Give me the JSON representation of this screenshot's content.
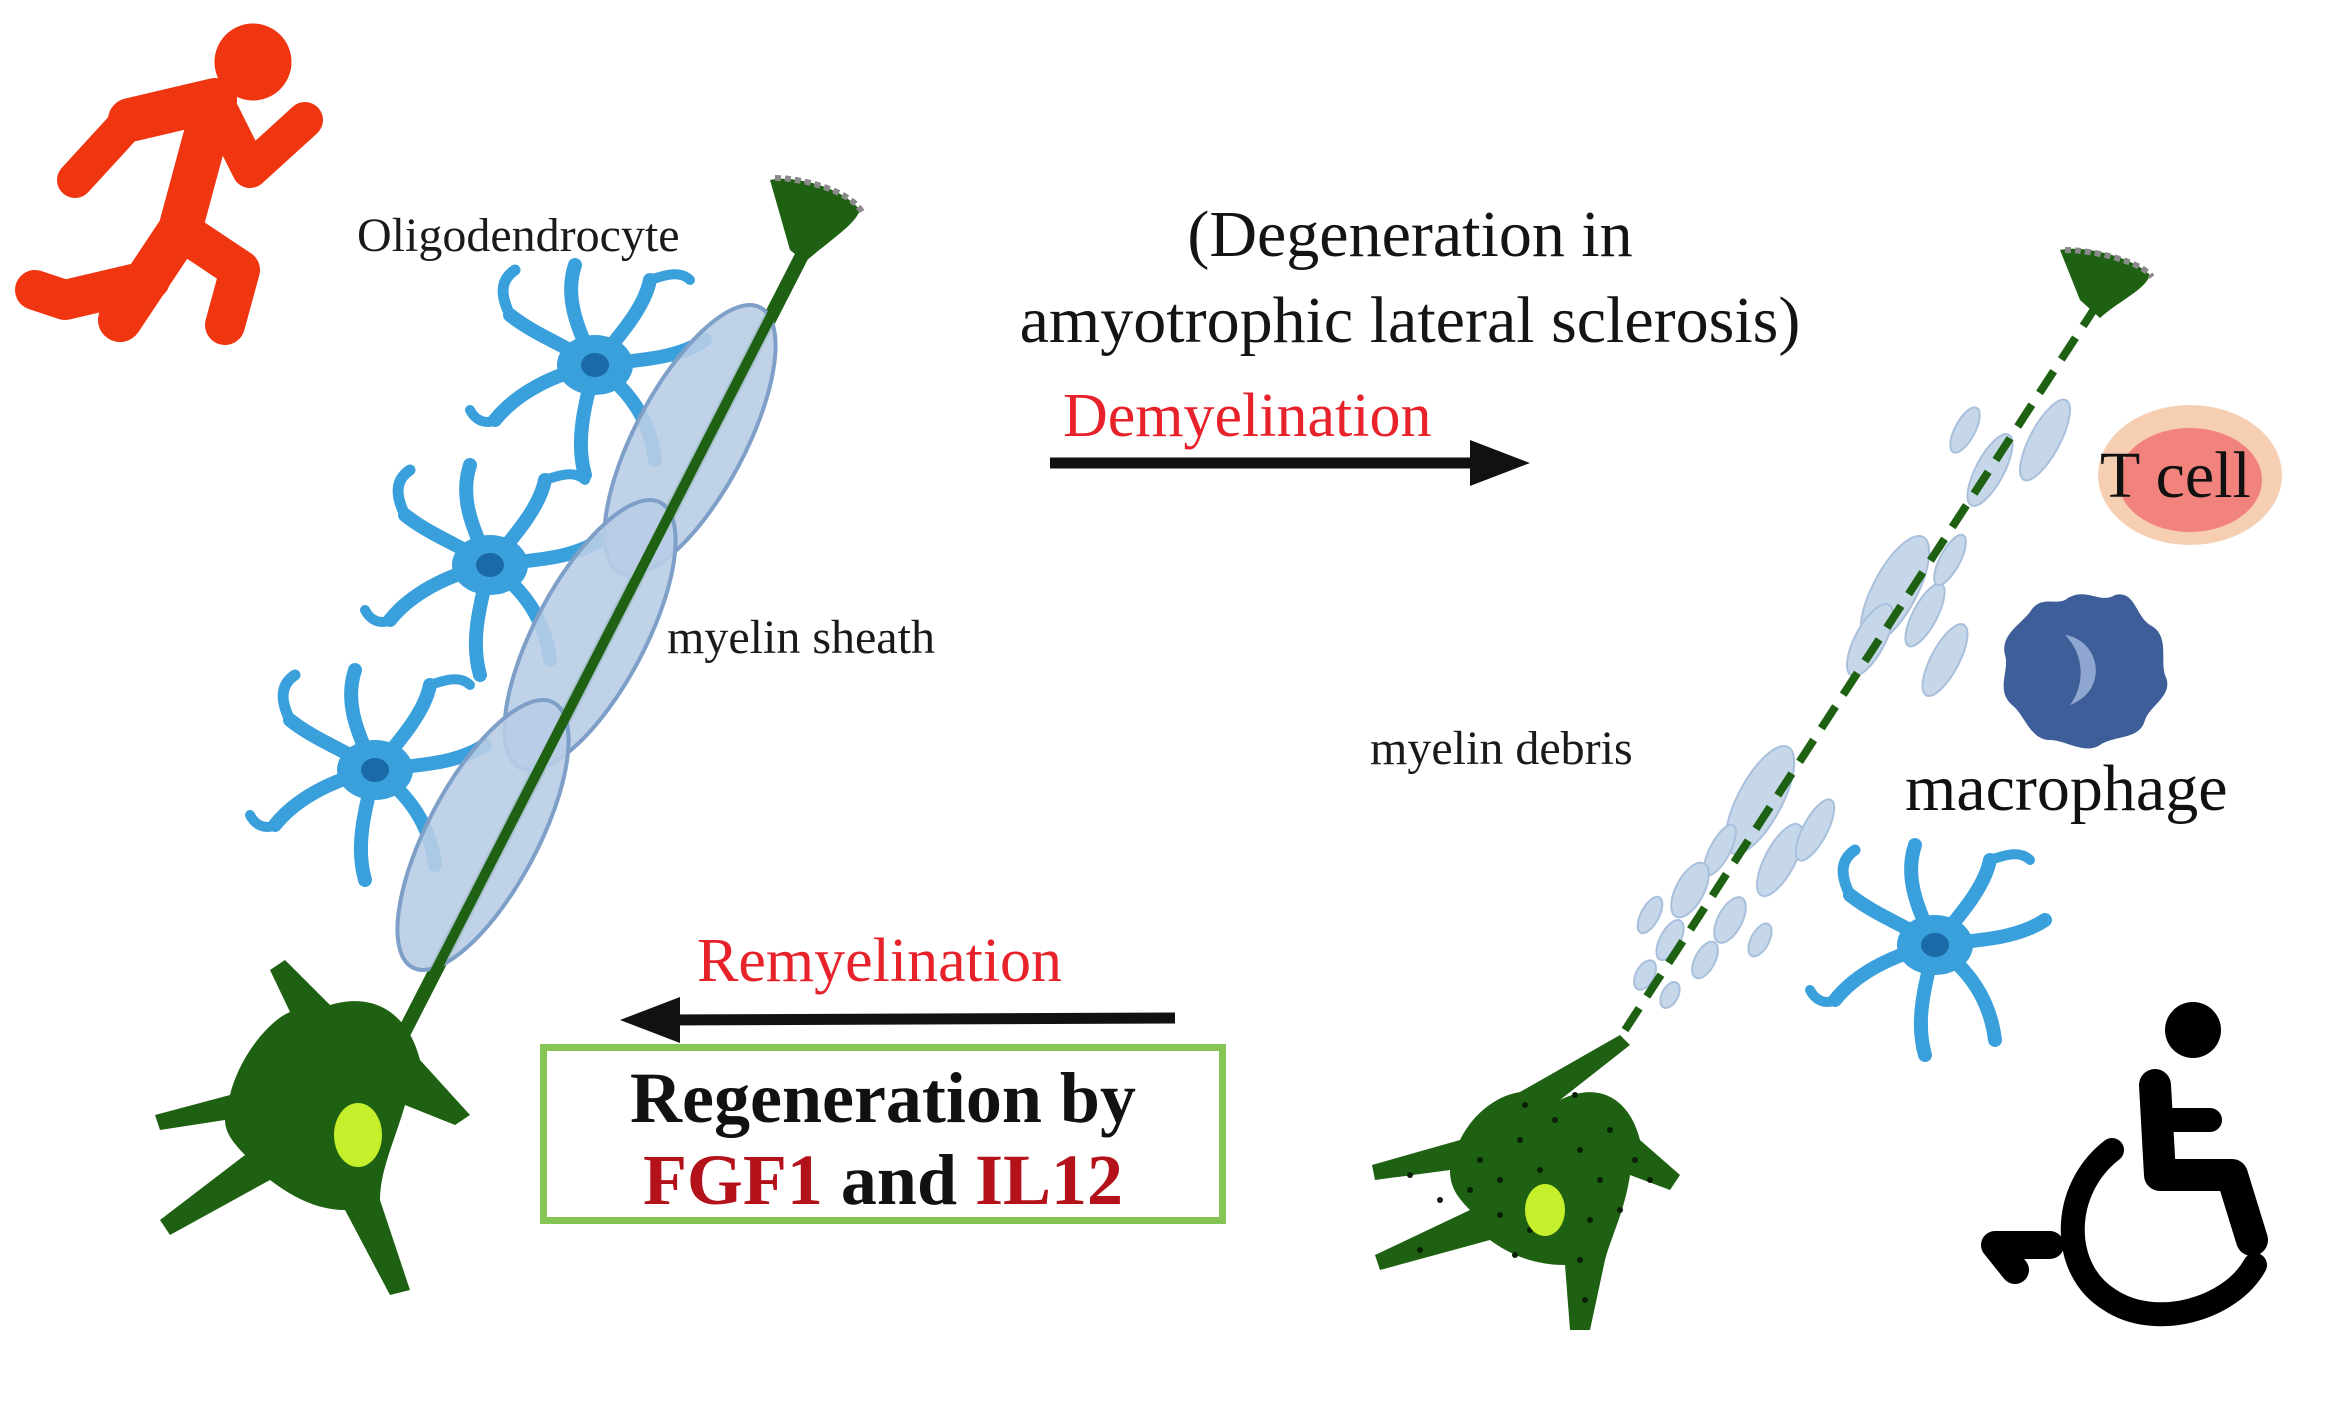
{
  "labels": {
    "oligodendrocyte": "Oligodendrocyte",
    "myelin_sheath": "myelin sheath",
    "myelin_debris": "myelin debris",
    "t_cell": "T cell",
    "macrophage": "macrophage",
    "degeneration_line1": "(Degeneration in",
    "degeneration_line2": "amyotrophic lateral sclerosis)",
    "demyelination": "Demyelination",
    "remyelination": "Remyelination"
  },
  "regeneration_box": {
    "line1": "Regeneration by",
    "factor1": "FGF1",
    "conjunction": "and",
    "factor2": "IL12"
  },
  "icons": {
    "healthy": "running-person-icon",
    "disabled": "wheelchair-icon"
  },
  "colors": {
    "neuron": "#1e6112",
    "nucleus": "#c5ef2a",
    "myelin": "#b8cde6",
    "oligodendrocyte": "#3aa0dc",
    "label_red": "#e8222a",
    "factor_red": "#b3121b",
    "box_border": "#86c453",
    "runner": "#f03511",
    "t_cell": "#f2837c",
    "macrophage": "#3d5e99"
  }
}
